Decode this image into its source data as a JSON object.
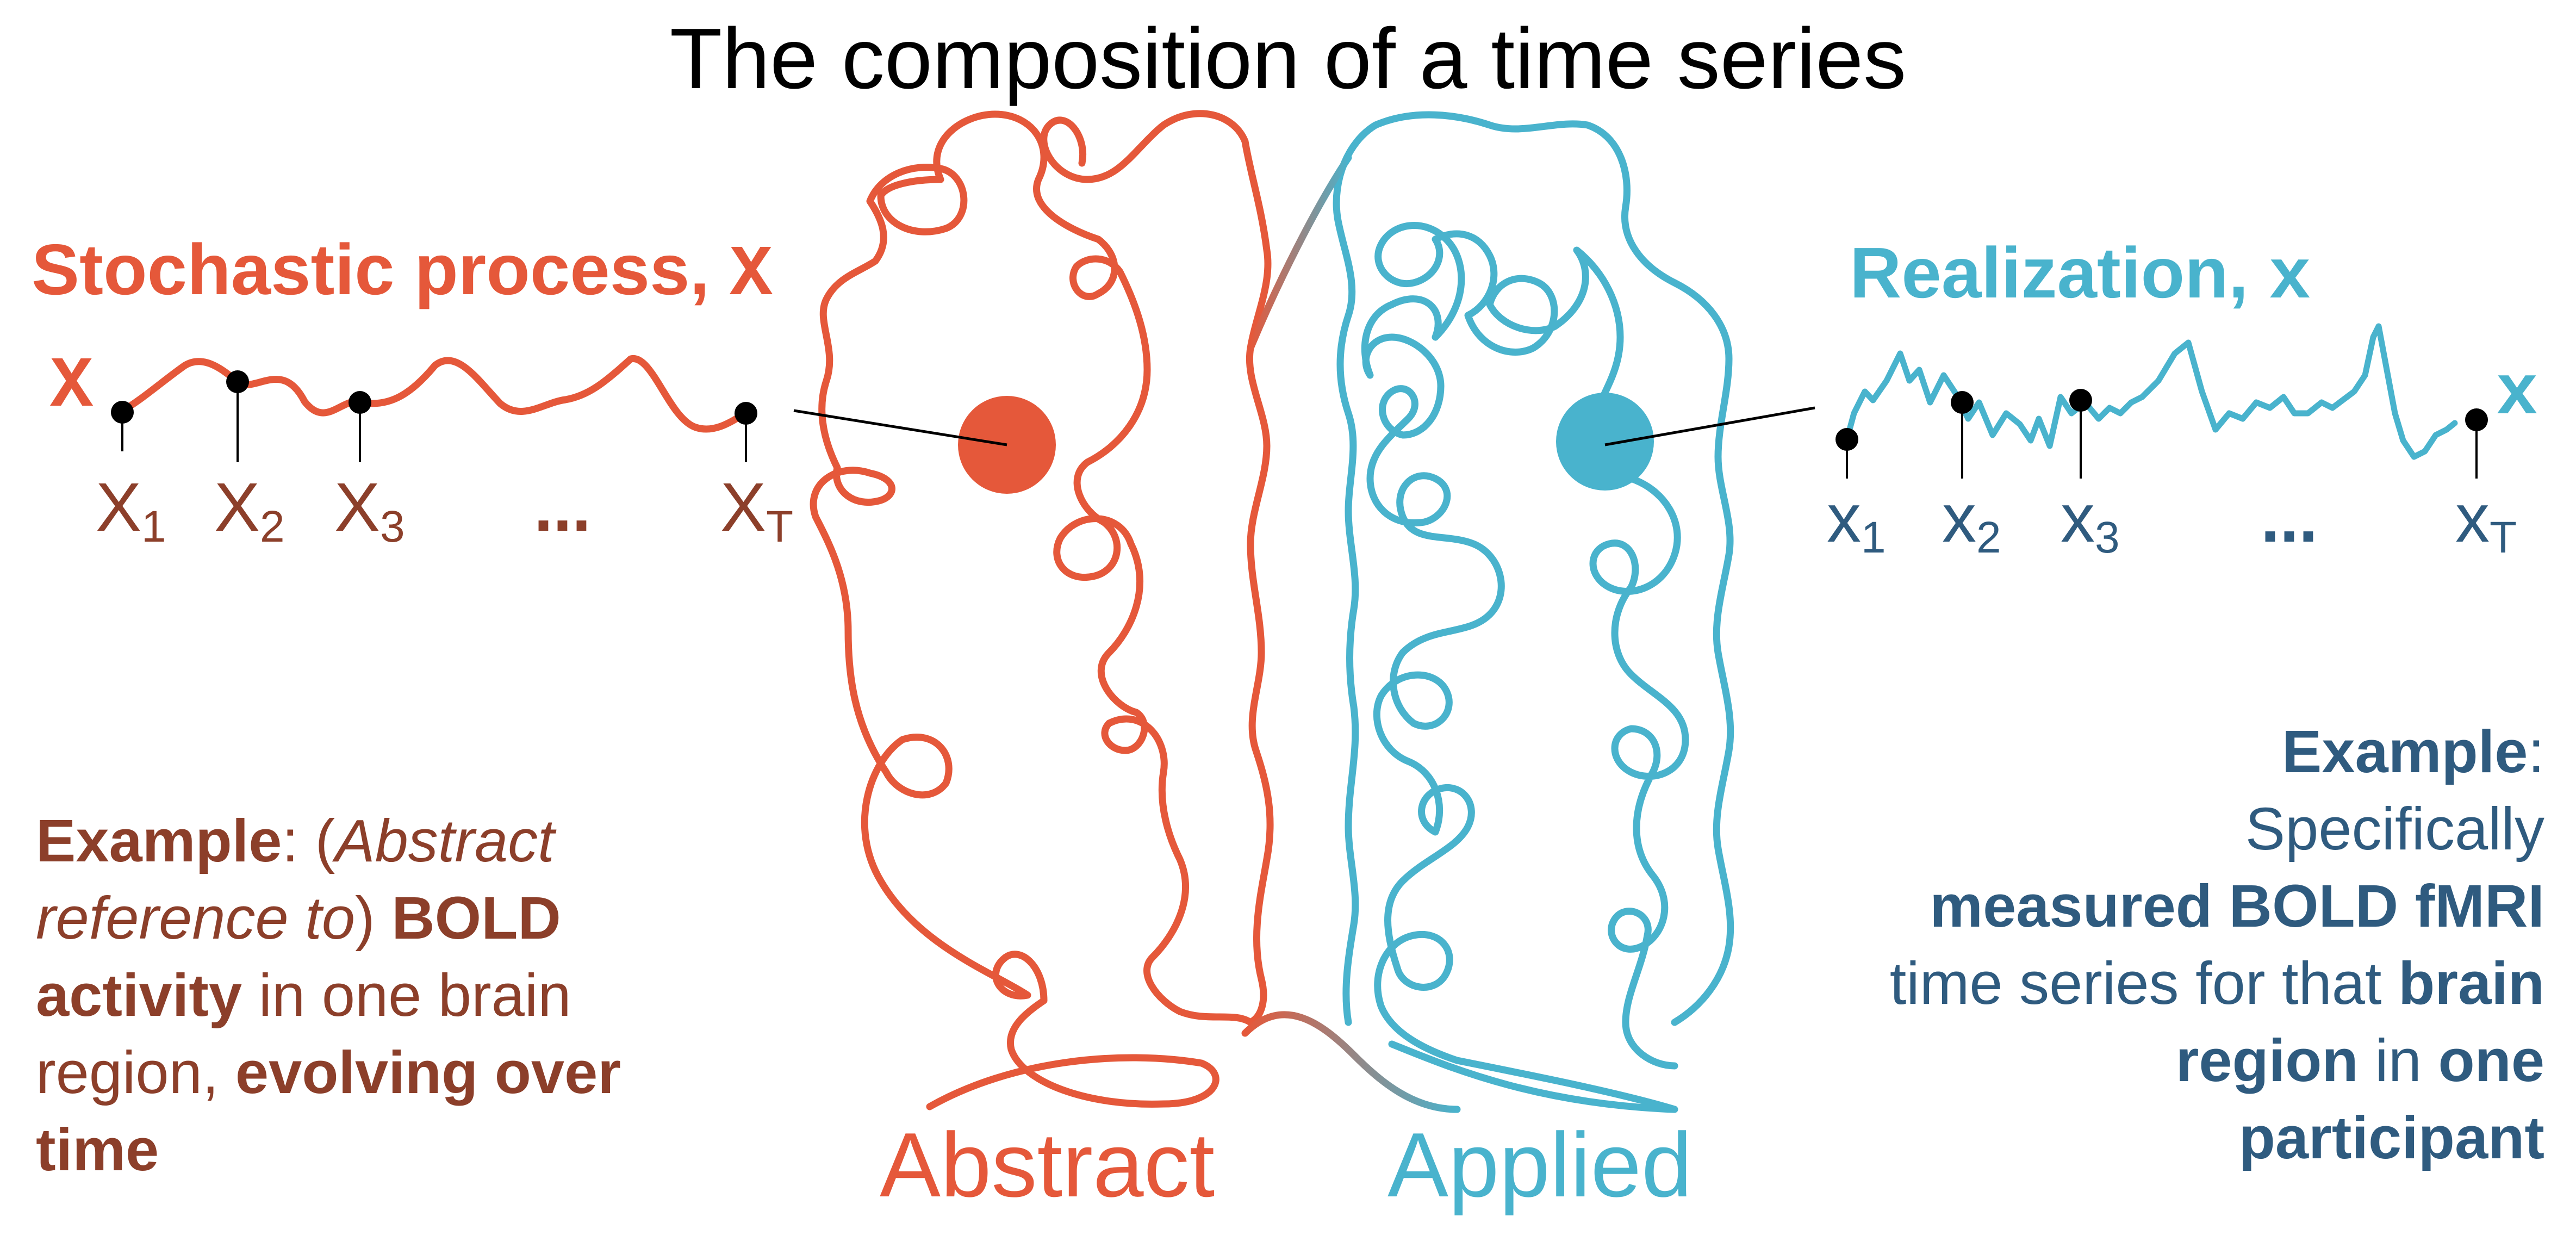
{
  "title": "The composition of a time series",
  "colors": {
    "abstract": "#E5583A",
    "abstract_text": "#8C3F2A",
    "applied": "#49B3CD",
    "applied_text": "#2F5B7F",
    "mid": "#6F8F9A",
    "dot": "#000000"
  },
  "left": {
    "heading": "Stochastic process, ",
    "symbol": "X",
    "observations": [
      {
        "base": "X",
        "sub": "1"
      },
      {
        "base": "X",
        "sub": "2"
      },
      {
        "base": "X",
        "sub": "3"
      },
      {
        "base": "X",
        "sub": "T"
      }
    ],
    "ellipsis": "...",
    "example": {
      "label": "Example",
      "colon": ": (",
      "abstract_ref": "Abstract reference to",
      "close": ") ",
      "bold1": "BOLD activity",
      "mid": " in one brain region, ",
      "bold2": "evolving over time"
    },
    "caption": "Abstract"
  },
  "right": {
    "heading": "Realization, ",
    "symbol": "x",
    "observations": [
      {
        "base": "x",
        "sub": "1"
      },
      {
        "base": "x",
        "sub": "2"
      },
      {
        "base": "x",
        "sub": "3"
      },
      {
        "base": "x",
        "sub": "T"
      }
    ],
    "ellipsis": "...",
    "example": {
      "label": "Example",
      "colon": ":",
      "line1": "Specifically",
      "bold1": "measured BOLD fMRI",
      "mid1": " time series for that ",
      "bold2": "brain region",
      "mid2": " in ",
      "bold3": "one participant"
    },
    "caption": "Applied"
  }
}
